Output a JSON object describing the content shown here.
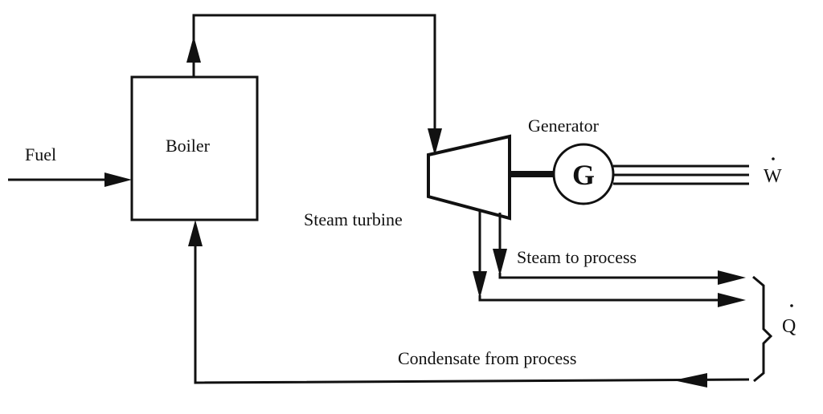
{
  "diagram": {
    "type": "cogeneration-flow-diagram",
    "colors": {
      "stroke": "#111111",
      "background": "#ffffff"
    },
    "components": {
      "boiler": {
        "label": "Boiler"
      },
      "turbine": {
        "label": "Steam turbine"
      },
      "generator": {
        "label": "Generator",
        "symbol": "G"
      }
    },
    "streams": {
      "fuel": {
        "label": "Fuel"
      },
      "steam_to_process": {
        "label": "Steam to process"
      },
      "condensate": {
        "label": "Condensate from process"
      },
      "work_output": {
        "label": "W",
        "symbol_note": "W-dot"
      },
      "heat_output": {
        "label": "Q",
        "symbol_note": "Q-dot"
      }
    },
    "connections": [
      {
        "from": "fuel",
        "to": "boiler"
      },
      {
        "from": "boiler",
        "to": "turbine"
      },
      {
        "from": "turbine",
        "to": "generator"
      },
      {
        "from": "generator",
        "to": "work_output"
      },
      {
        "from": "turbine",
        "to": "steam_to_process"
      },
      {
        "from": "condensate",
        "to": "boiler"
      }
    ]
  }
}
